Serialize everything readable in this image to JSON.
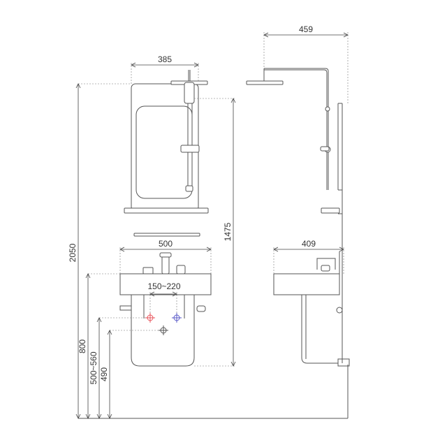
{
  "dimensions": {
    "total_height": "2050",
    "shower_head_width": "385",
    "side_shower_arm_depth": "459",
    "shower_rail_height": "1475",
    "basin_width": "500",
    "side_basin_depth": "409",
    "valve_spacing": "150~220",
    "basin_height": "800",
    "valve_height": "500~560",
    "drain_height": "490"
  },
  "colors": {
    "hot_water": "#e8545c",
    "cold_water": "#5a5ac8",
    "line": "#555555"
  }
}
